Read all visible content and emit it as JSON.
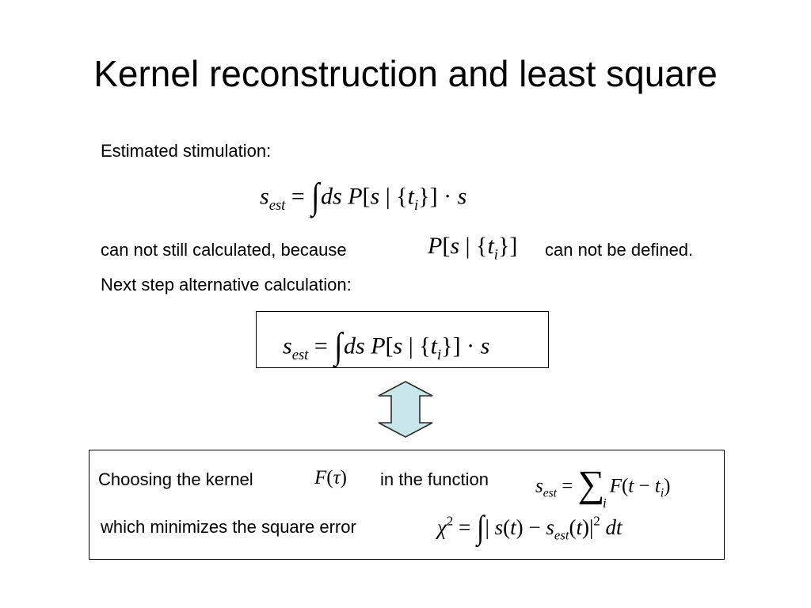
{
  "slide": {
    "title": "Kernel reconstruction and least square",
    "estimated_label": "Estimated stimulation:",
    "cannot_text_1": "can not still calculated, because",
    "cannot_text_2": "can not be defined.",
    "next_step": "Next step alternative calculation:",
    "choosing_text": "Choosing the kernel",
    "in_function_text": "in the function",
    "minimizes_text": "which minimizes the square error"
  },
  "math": {
    "s": "s",
    "est": "est",
    "equals": "=",
    "integral": "∫",
    "ds": "ds",
    "P": "P",
    "bracket_open": "[",
    "bar": "|",
    "brace_open": "{",
    "t": "t",
    "i": "i",
    "brace_close": "}",
    "bracket_close": "]",
    "cdot": "·",
    "F": "F",
    "tau": "τ",
    "paren_open": "(",
    "paren_close": ")",
    "minus": "−",
    "sum": "∑",
    "chi": "χ",
    "two": "2",
    "dt": "dt"
  },
  "colors": {
    "arrow_fill": "#c8e6ea",
    "arrow_stroke": "#2a2a2a"
  }
}
